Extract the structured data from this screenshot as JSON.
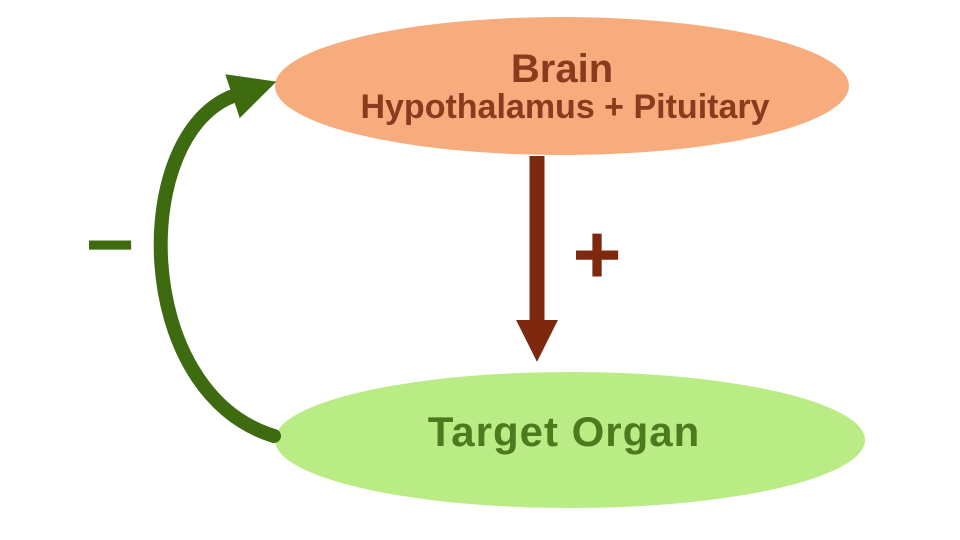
{
  "diagram": {
    "brain_node": {
      "title": "Brain",
      "subtitle": "Hypothalamus + Pituitary"
    },
    "target_node": {
      "title": "Target Organ"
    },
    "stimulation_edge": {
      "sign": "+"
    },
    "feedback_edge": {
      "sign": "−"
    }
  },
  "colors": {
    "brain_fill": "#F7AC7E",
    "brain_text": "#8C3A1E",
    "stimulation": "#7E2810",
    "target_fill": "#B9EC85",
    "target_text": "#4C7A1E",
    "feedback": "#3F6B10"
  }
}
